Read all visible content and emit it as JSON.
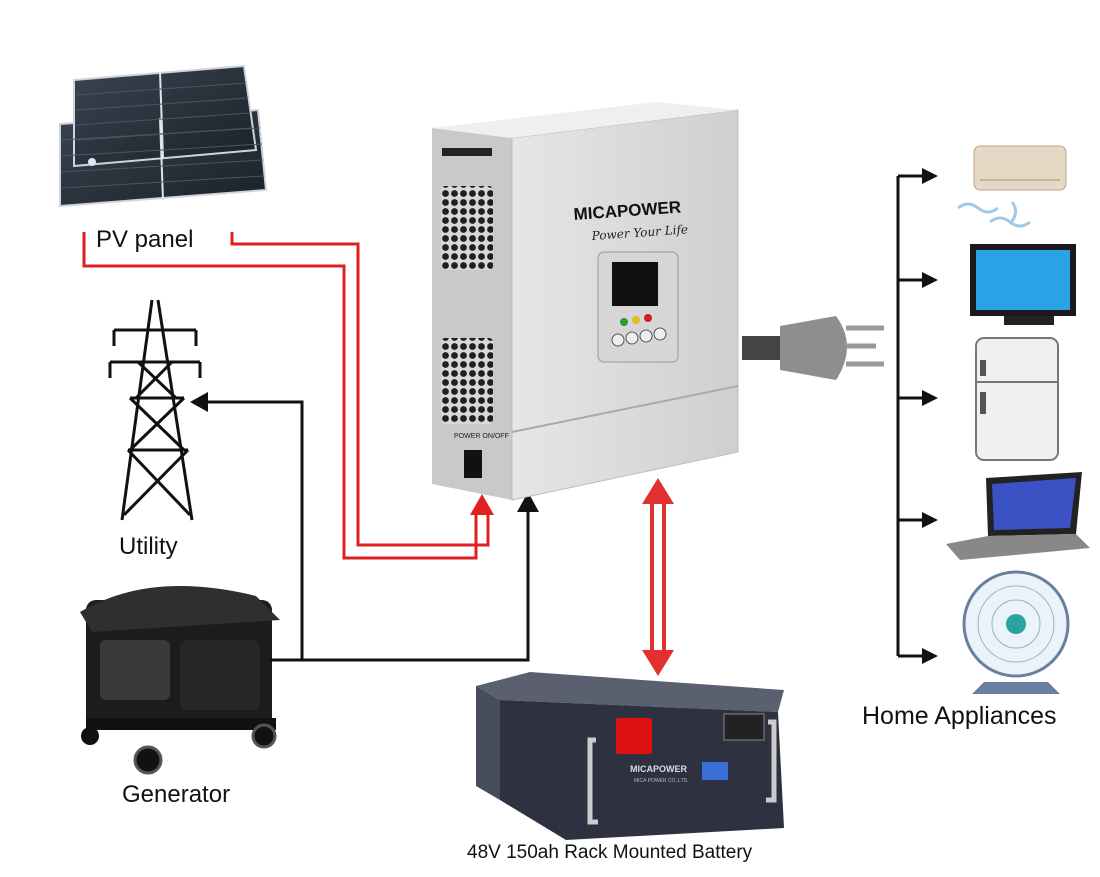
{
  "labels": {
    "pv_panel": "PV panel",
    "utility": "Utility",
    "generator": "Generator",
    "home_appliances": "Home Appliances",
    "battery": "48V 150ah Rack Mounted  Battery"
  },
  "inverter": {
    "brand": "MICAPOWER",
    "tagline": "Power Your Life",
    "power_switch": "POWER ON/OFF"
  },
  "battery_panel": {
    "brand": "MICAPOWER",
    "company": "MICA POWER CO.,LTD."
  },
  "icons": [
    "solar-panel-icon",
    "utility-tower-icon",
    "generator-icon",
    "inverter-icon",
    "plug-icon",
    "battery-rack-icon",
    "air-conditioner-icon",
    "tv-icon",
    "refrigerator-icon",
    "laptop-icon",
    "fan-icon"
  ],
  "colors": {
    "pv_line": "#e02020",
    "ac_line": "#111111",
    "battery_arrow": "#e03030"
  }
}
